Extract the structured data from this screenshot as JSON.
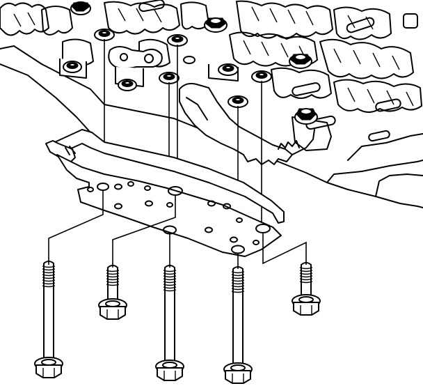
{
  "diagram": {
    "type": "exploded-assembly-line-drawing",
    "style": {
      "ink": "#000000",
      "paper": "#ffffff"
    },
    "parts": [
      {
        "name": "valve-body-casting",
        "count": 1
      },
      {
        "name": "cover-plate",
        "count": 1
      },
      {
        "name": "long-bolt",
        "count": 3
      },
      {
        "name": "short-bolt",
        "count": 2
      }
    ]
  }
}
